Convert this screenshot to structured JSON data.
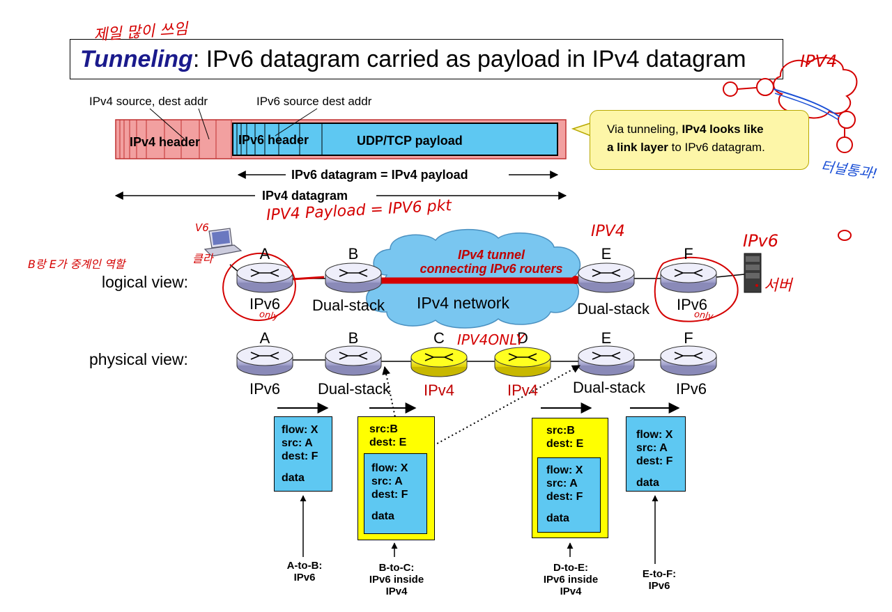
{
  "title": {
    "keyword": "Tunneling",
    "rest": ": IPv6 datagram carried as payload in IPv4 datagram"
  },
  "header_labels": {
    "ipv4_addr": "IPv4 source, dest addr",
    "ipv6_addr": "IPv6 source dest addr"
  },
  "packet": {
    "ipv4_header": "IPv4 header",
    "ipv6_header": "IPv6 header",
    "payload": "UDP/TCP payload"
  },
  "spans": {
    "ipv6_datagram": "IPv6 datagram  = IPv4 payload",
    "ipv4_datagram": "IPv4 datagram"
  },
  "callout": {
    "part1": "Via tunneling, ",
    "bold1": "IPv4 looks like",
    "bold2": "a link layer",
    "part2": " to IPv6 datagram."
  },
  "logical": {
    "label": "logical view:",
    "tunnel_line1": "IPv4 tunnel",
    "tunnel_line2": "connecting IPv6 routers",
    "network": "IPv4 network",
    "routers": [
      {
        "letter": "A",
        "type": "IPv6"
      },
      {
        "letter": "B",
        "type": "Dual-stack"
      },
      {
        "letter": "E",
        "type": "Dual-stack"
      },
      {
        "letter": "F",
        "type": "IPv6"
      }
    ]
  },
  "physical": {
    "label": "physical view:",
    "routers": [
      {
        "letter": "A",
        "type": "IPv6"
      },
      {
        "letter": "B",
        "type": "Dual-stack"
      },
      {
        "letter": "C",
        "type": "IPv4"
      },
      {
        "letter": "D",
        "type": "IPv4"
      },
      {
        "letter": "E",
        "type": "Dual-stack"
      },
      {
        "letter": "F",
        "type": "IPv6"
      }
    ]
  },
  "packets": {
    "ab": {
      "flow": "flow: X",
      "src": "src: A",
      "dest": "dest: F",
      "data": "data"
    },
    "bc": {
      "outer_src": "src:B",
      "outer_dest": "dest: E",
      "flow": "flow: X",
      "src": "src: A",
      "dest": "dest: F",
      "data": "data"
    },
    "de": {
      "outer_src": "src:B",
      "outer_dest": "dest: E",
      "flow": "flow: X",
      "src": "src: A",
      "dest": "dest: F",
      "data": "data"
    },
    "ef": {
      "flow": "flow: X",
      "src": "src: A",
      "dest": "dest: F",
      "data": "data"
    }
  },
  "hops": {
    "ab": {
      "line1": "A-to-B:",
      "line2": "IPv6"
    },
    "bc": {
      "line1": "B-to-C:",
      "line2": "IPv6 inside",
      "line3": "IPv4"
    },
    "de": {
      "line1": "D-to-E:",
      "line2": "IPv6 inside",
      "line3": "IPv4"
    },
    "ef": {
      "line1": "E-to-F:",
      "line2": "IPv6"
    }
  },
  "annotations": {
    "top_note": "제일 많이 쓰임",
    "ipv4_cloud": "IPV4",
    "tunnel_pass": "터널통과!",
    "payload_note": "IPV4 Payload = IPV6 pkt",
    "node_v6": "V6",
    "client": "클라",
    "b_to_e_note": "B랑 E가 중계인 역할",
    "ipv4_e": "IPV4",
    "ipv6_f": "IPv6",
    "server": "서버",
    "only_a": "only",
    "only_f": "only",
    "ipv4_only": "IPV4ONLY"
  },
  "colors": {
    "ipv4_header_fill": "#f2a0a0",
    "ipv6_fill": "#5ec8f2",
    "ipv4_router": "#ffff00",
    "tunnel": "#d40000",
    "cloud": "#79c6f0",
    "callout": "#fdf6a8"
  }
}
